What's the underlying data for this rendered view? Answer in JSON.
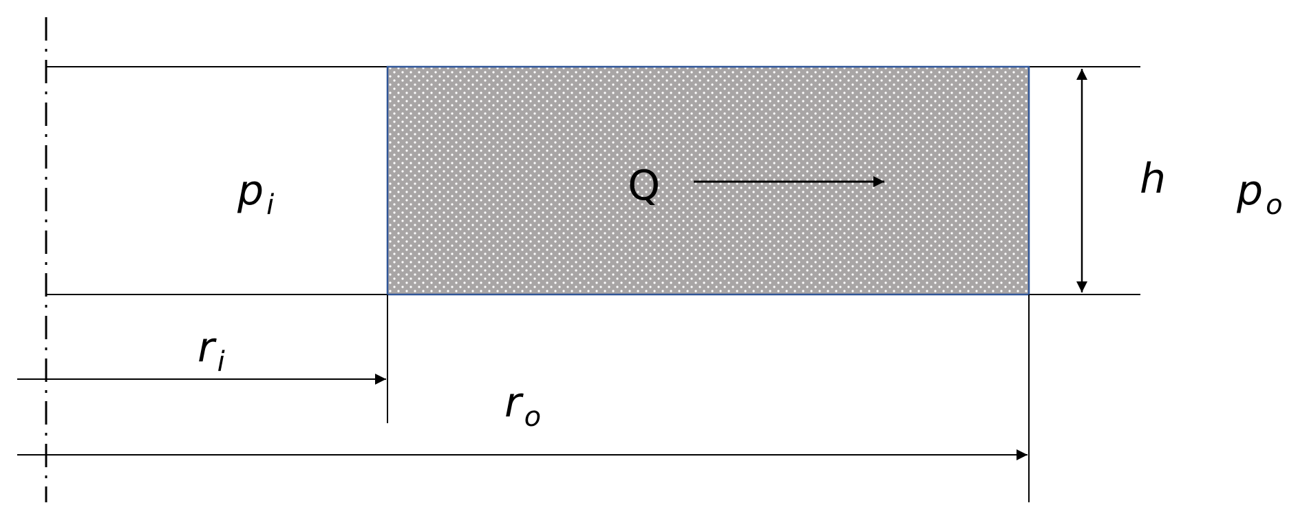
{
  "labels": {
    "inner_pressure": {
      "main": "p",
      "sub": "i"
    },
    "outer_pressure": {
      "main": "p",
      "sub": "o"
    },
    "height": "h",
    "flow": "Q",
    "inner_radius": {
      "main": "r",
      "sub": "i"
    },
    "outer_radius": {
      "main": "r",
      "sub": "o"
    }
  },
  "colors": {
    "line": "#000000",
    "porous_fill": "#a8a5a5",
    "porous_dots": "#ffffff",
    "porous_border": "#2f5597"
  }
}
